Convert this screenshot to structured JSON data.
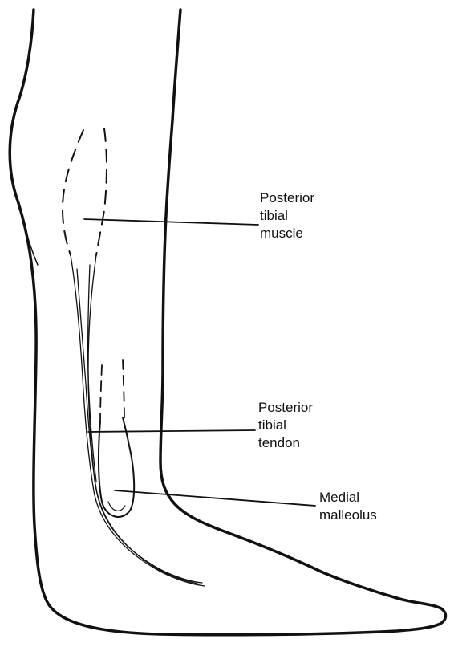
{
  "labels": {
    "posterior_tibial_muscle": {
      "line1": "Posterior",
      "line2": "tibial",
      "line3": "muscle"
    },
    "posterior_tibial_tendon": {
      "line1": "Posterior",
      "line2": "tibial",
      "line3": "tendon"
    },
    "medial_malleolus": {
      "line1": "Medial",
      "line2": "malleolus"
    }
  },
  "colors": {
    "ink": "#111111",
    "background": "#ffffff"
  }
}
